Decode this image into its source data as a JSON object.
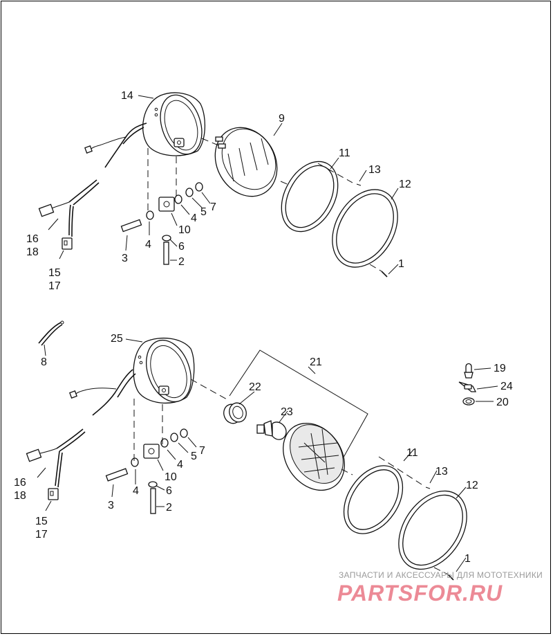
{
  "diagram": {
    "upper_assembly": {
      "callouts": {
        "c14": "14",
        "c9": "9",
        "c11": "11",
        "c13": "13",
        "c12": "12",
        "c1": "1",
        "c16": "16",
        "c18": "18",
        "c15": "15",
        "c17": "17",
        "c3": "3",
        "c4a": "4",
        "c6": "6",
        "c2": "2",
        "c10": "10",
        "c4b": "4",
        "c5": "5",
        "c7": "7"
      }
    },
    "lower_assembly": {
      "callouts": {
        "c8": "8",
        "c25": "25",
        "c21": "21",
        "c22": "22",
        "c23": "23",
        "c19": "19",
        "c24": "24",
        "c20": "20",
        "c11": "11",
        "c13": "13",
        "c12": "12",
        "c1": "1",
        "c16": "16",
        "c18": "18",
        "c15": "15",
        "c17": "17",
        "c3": "3",
        "c4a": "4",
        "c6": "6",
        "c2": "2",
        "c10": "10",
        "c4b": "4",
        "c5": "5",
        "c7": "7"
      }
    }
  },
  "watermark": {
    "tagline": "ЗАПЧАСТИ И АКСЕССУАРЫ ДЛЯ МОТОТЕХНИКИ",
    "logo": "PARTSFOR.RU"
  }
}
